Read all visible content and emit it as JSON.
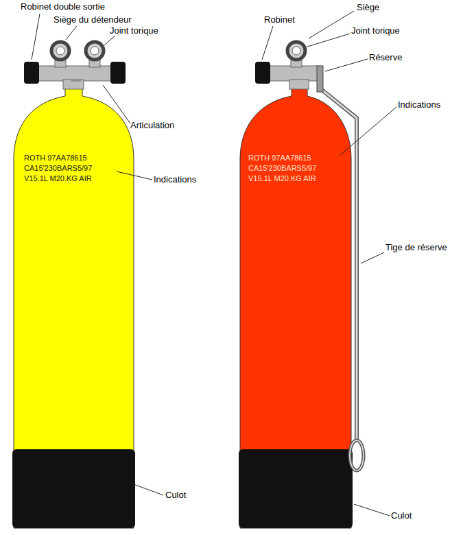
{
  "diagram": {
    "labels": [
      "Robinet double sortie",
      "Siège du détendeur",
      "Joint torique",
      "Articulation",
      "ROTH 97AA78615",
      "CA15'230BARS5/97",
      "V15.1L M20.KG AIR",
      "Indications",
      "Culot",
      "Robinet",
      "Siège",
      "Joint torique",
      "Réserve",
      "ROTH 97AA78615",
      "CA15'230BARS5/97",
      "V15.1L M20.KG AIR",
      "Indications",
      "Tige de réserve",
      "Culot"
    ]
  }
}
